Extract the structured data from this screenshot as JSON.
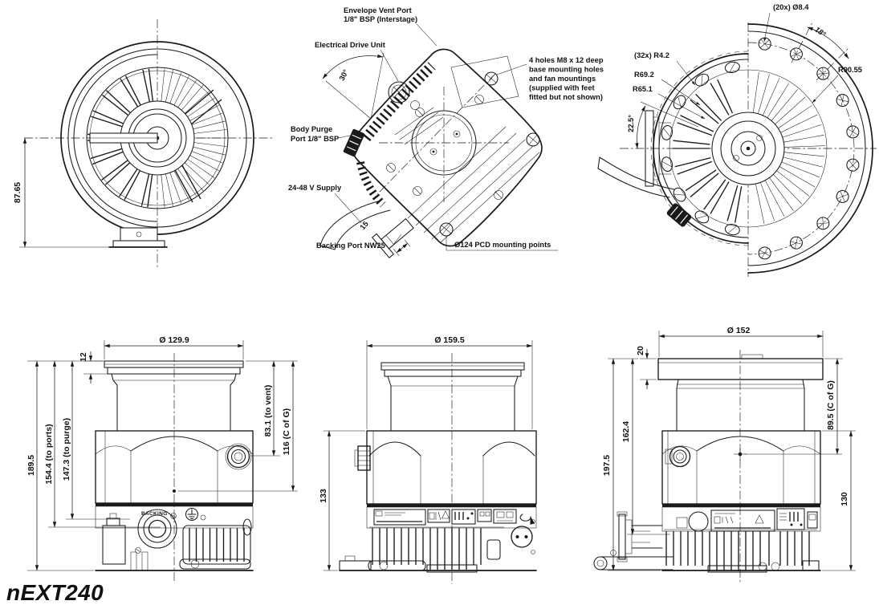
{
  "model_label": "nEXT240",
  "colors": {
    "ink": "#1a1a1a",
    "background": "#ffffff"
  },
  "views": {
    "top": {
      "height_to_base": "87.65"
    },
    "underside": {
      "envelope_vent_1": "Envelope Vent Port",
      "envelope_vent_2": "1/8\" BSP (Interstage)",
      "electrical_drive_unit": "Electrical Drive Unit",
      "angle_30": "30°",
      "mounting_1": "4 holes M8 x 12 deep",
      "mounting_2": "base mounting holes",
      "mounting_3": "and fan mountings",
      "mounting_4": "(supplied with feet",
      "mounting_5": "fitted but not shown)",
      "body_purge_1": "Body Purge",
      "body_purge_2": "Port 1/8\" BSP",
      "supply": "24-48 V Supply",
      "offset_15": "15",
      "backing_port": "Backing Port NW25",
      "pcd": "Ø124 PCD mounting points"
    },
    "inlet": {
      "bolt_holes": "(20x) Ø8.4",
      "angle_18": "18°",
      "serration": "(32x) R4.2",
      "r_body_outer": "R69.2",
      "r_body_inner": "R65.1",
      "r_flange": "R90.55",
      "angle_22_5": "22.5°"
    },
    "front": {
      "dia": "Ø 129.9",
      "flange_h": "12",
      "overall_h": "189.5",
      "to_ports": "154.4 (to ports)",
      "to_purge": "147.3 (to purge)",
      "to_vent": "83.1 (to vent)",
      "cog": "116 (C of G)",
      "backing": "BACKING"
    },
    "side": {
      "dia": "Ø 159.5",
      "body_h": "133"
    },
    "rear": {
      "dia": "Ø 152",
      "flange_h": "20",
      "overall_h": "197.5",
      "to_port": "162.4",
      "cog": "89.5 (C of G)",
      "body_h": "130"
    }
  }
}
